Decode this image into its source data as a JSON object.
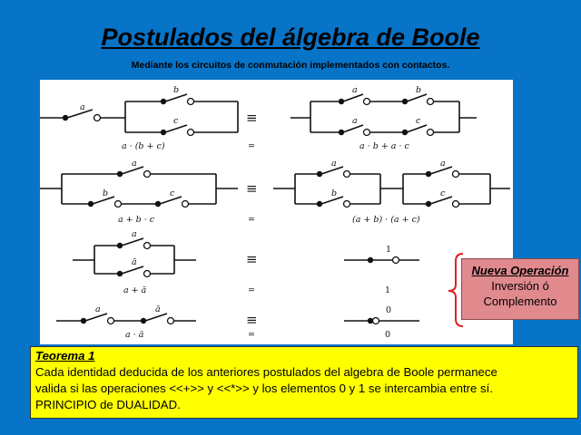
{
  "title": "Postulados del álgebra de Boole",
  "subtitle": "Mediante los circuitos de conmutación implementados con contactos.",
  "equiv_symbol": "≡",
  "eq_symbol": "=",
  "rows": [
    {
      "left_expr": "a · (b + c)",
      "right_expr": "a · b + a · c",
      "left_contacts": [
        "a",
        "b",
        "c"
      ],
      "right_contacts": [
        "a",
        "b",
        "a",
        "c"
      ]
    },
    {
      "left_expr": "a + b · c",
      "right_expr": "(a + b) · (a + c)",
      "left_contacts": [
        "a",
        "b",
        "c"
      ],
      "right_contacts": [
        "a",
        "b",
        "a",
        "c"
      ]
    },
    {
      "left_expr": "a + ā",
      "right_expr": "1",
      "left_contacts": [
        "a",
        "ā"
      ],
      "right_value": "1"
    },
    {
      "left_expr": "a · ā",
      "right_expr": "0",
      "left_contacts": [
        "a",
        "ā"
      ],
      "right_value": "0"
    }
  ],
  "callout": {
    "heading": "Nueva Operación",
    "line1": "Inversión ó",
    "line2": "Complemento"
  },
  "theorem": {
    "heading": "Teorema 1",
    "line1": "Cada identidad deducida de los anteriores postulados del algebra de Boole permanece",
    "line2": "valida si las operaciones <<+>> y <<*>> y los elementos 0 y 1 se intercambia entre sí.",
    "line3": "PRINCIPIO de DUALIDAD."
  },
  "colors": {
    "background": "#0874c8",
    "callout_fill": "#e08a8e",
    "theorem_fill": "#ffff00",
    "brace": "#e02020"
  }
}
